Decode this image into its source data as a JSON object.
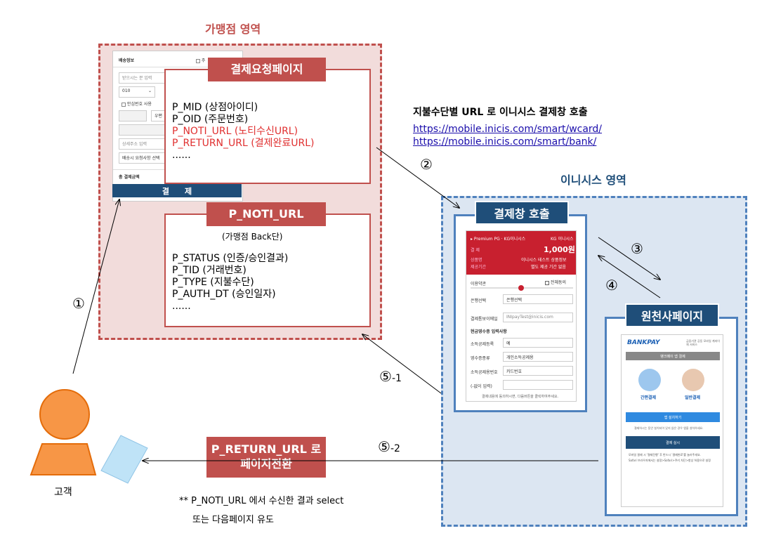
{
  "zones": {
    "merchant_title": "가맹점 영역",
    "inicis_title": "이니시스 영역"
  },
  "merchant_mock": {
    "shipping_info": "배송정보",
    "checkbox_label": "주",
    "name_placeholder": "받으시는 분 입력",
    "phone_prefix": "010",
    "safe_number": "안심번호 사용",
    "zipcode_button": "우편",
    "address_placeholder": "상세주소 입력",
    "request_placeholder": "배송시 요청사항 선택",
    "total_label": "총 결제금액",
    "pay_button": "결　　제"
  },
  "request_page": {
    "title": "결제요청페이지",
    "fields": [
      {
        "text": "P_MID (상점아이디)",
        "color": "#000000"
      },
      {
        "text": "P_OID (주문번호)",
        "color": "#000000"
      },
      {
        "text": "P_NOTI_URL (노티수신URL)",
        "color": "#e03030"
      },
      {
        "text": "P_RETURN_URL (결제완료URL)",
        "color": "#e03030"
      },
      {
        "text": "......",
        "color": "#000000"
      }
    ]
  },
  "noti_page": {
    "title": "P_NOTI_URL",
    "subtitle": "(가맹점 Back단)",
    "fields": [
      "P_STATUS (인증/승인결과)",
      "P_TID (거래번호)",
      "P_TYPE (지불수단)",
      "P_AUTH_DT (승인일자)",
      "......"
    ]
  },
  "payment_call": {
    "heading": "지불수단별 URL 로 이니시스 결제창 호출",
    "links": [
      "https://mobile.inicis.com/smart/wcard/",
      "https://mobile.inicis.com/smart/bank/"
    ]
  },
  "payment_window": {
    "title": "결제창 호출",
    "mock": {
      "header": "▸ Premium PG · KG이니시스",
      "brand": "KG 이니시스",
      "amount_label": "결 제",
      "amount": "1,000원",
      "product_label": "상품명",
      "product": "이니시스 테스트 상품정보",
      "period_label": "제공기간",
      "period": "별도 제공 기간 없음",
      "terms": "이용약관",
      "agree_all": "전체동의",
      "bank_label": "은행선택",
      "bank_value": "은행선택",
      "email_label": "결제통보이메일",
      "email_value": "INIpayTest@inicis.com",
      "receipt_heading": "현금영수증 입력사항",
      "deduct_label": "소득공제등록",
      "deduct_value": "예",
      "receipt_type_label": "영수증종류",
      "receipt_type_value": "개인소득공제용",
      "deduct_no_label": "소득공제용번호",
      "deduct_no_value": "카드번호",
      "input_label": "(-없이 입력)",
      "footer": "결제내용에 동의하시면, 다음버튼을 클릭하여주세요."
    }
  },
  "origin_page": {
    "title": "원천사페이지",
    "mock": {
      "logo": "BANKPAY",
      "logo_sub": "금융기관 공동 모바일 계좌이체 서비스",
      "app_pay": "뱅크페이 앱 결제",
      "simple_pay": "간편결제",
      "normal_pay": "일반결제",
      "store_button": "앱 설치하기",
      "notice1": "결제하시는 동안 설치되어 있지 않은 경우 앱을 설치하세요.",
      "pc_pay": "결제 실시",
      "notice2": "모바일 결제 시 '결제진행' 후 반드시 '결제완료'를 눌러주세요.",
      "notice3": "Safari 브라우저에서는 설정>Safari>쿠키 차단>항상 허용으로 설정"
    }
  },
  "return_step": {
    "title_line1": "P_RETURN_URL 로",
    "title_line2": "페이지전환",
    "note_line1": "** P_NOTI_URL 에서 수신한 결과 select",
    "note_line2": "또는 다음페이지 유도"
  },
  "customer": {
    "label": "고객",
    "colors": {
      "body": "#f79646",
      "outline": "#e46c0a",
      "phone": "#bfe3f7"
    }
  },
  "steps": {
    "s1": "①",
    "s2": "②",
    "s3": "③",
    "s4": "④",
    "s5_1": "⑤",
    "s5_1_suffix": "-1",
    "s5_2": "⑤",
    "s5_2_suffix": "-2"
  }
}
